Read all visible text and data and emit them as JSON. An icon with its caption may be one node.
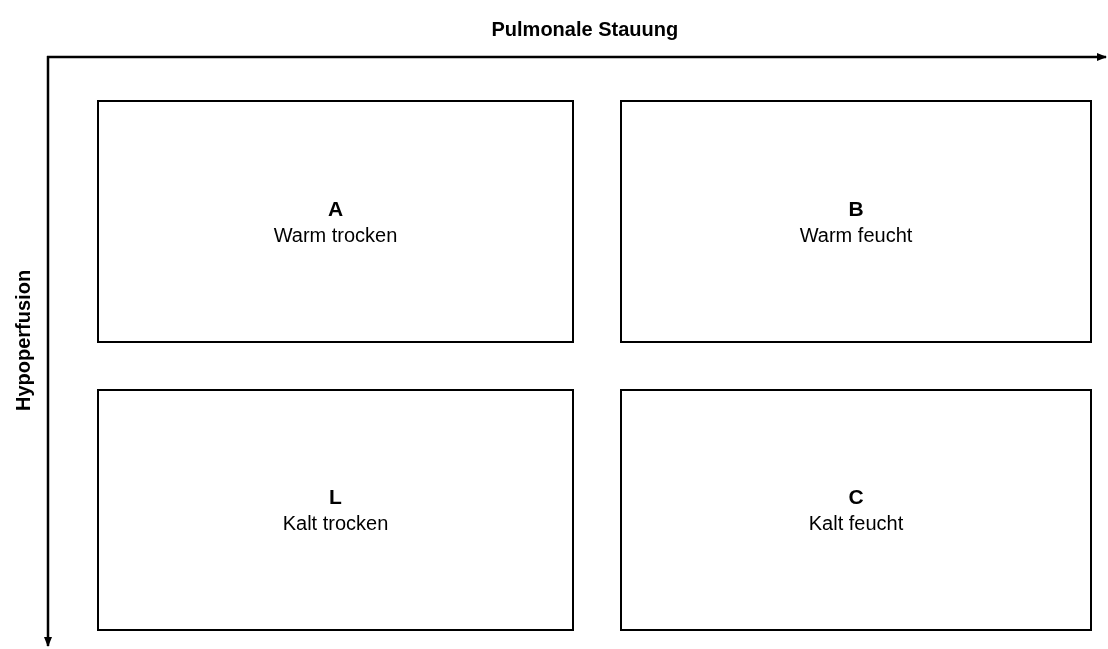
{
  "diagram": {
    "nodes": [
      {
        "text": [
          "A",
          "Warm trocken"
        ]
      },
      {
        "text": [
          "B",
          "Warm feucht"
        ]
      },
      {
        "text": [
          "L",
          "Kalt trocken"
        ]
      },
      {
        "text": [
          "C",
          "Kalt feucht"
        ]
      }
    ],
    "labels": [
      "Pulmonale Stauung",
      "Hypoperfusion"
    ]
  }
}
